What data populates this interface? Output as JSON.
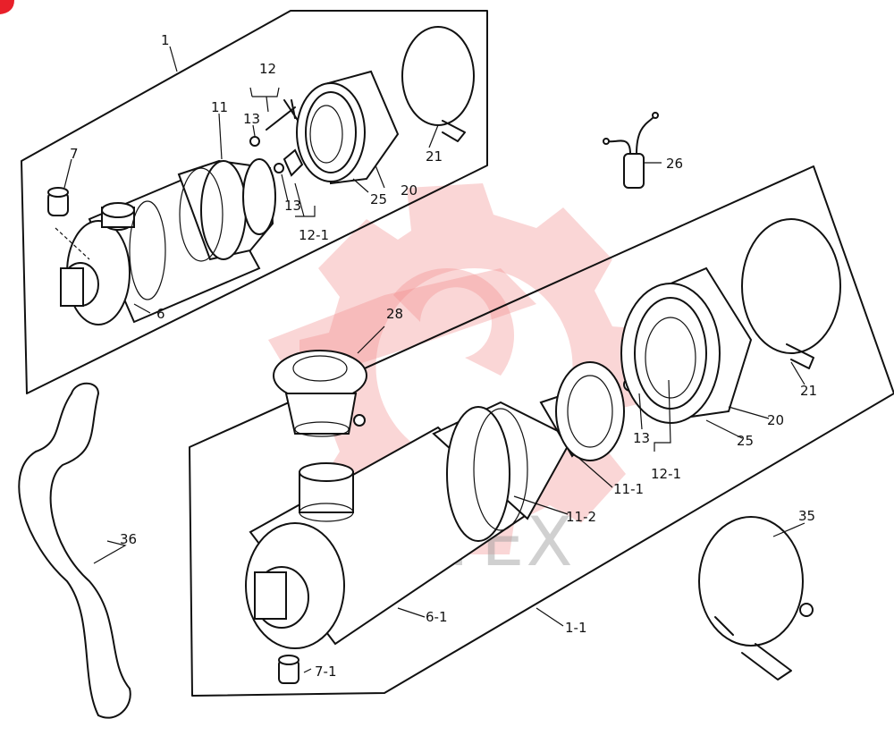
{
  "watermark": {
    "text": "ИНТЕХ",
    "color": "#e85050"
  },
  "callouts": {
    "c1": "1",
    "c7": "7",
    "c11": "11",
    "c12": "12",
    "c13a": "13",
    "c13b": "13",
    "c12_1a": "12-1",
    "c20a": "20",
    "c21a": "21",
    "c25a": "25",
    "c6": "6",
    "c26": "26",
    "c28": "28",
    "c36": "36",
    "c21b": "21",
    "c20b": "20",
    "c25b": "25",
    "c13c": "13",
    "c12_1b": "12-1",
    "c11_1": "11-1",
    "c11_2": "11-2",
    "c35": "35",
    "c6_1": "6-1",
    "c1_1": "1-1",
    "c7_1": "7-1"
  }
}
